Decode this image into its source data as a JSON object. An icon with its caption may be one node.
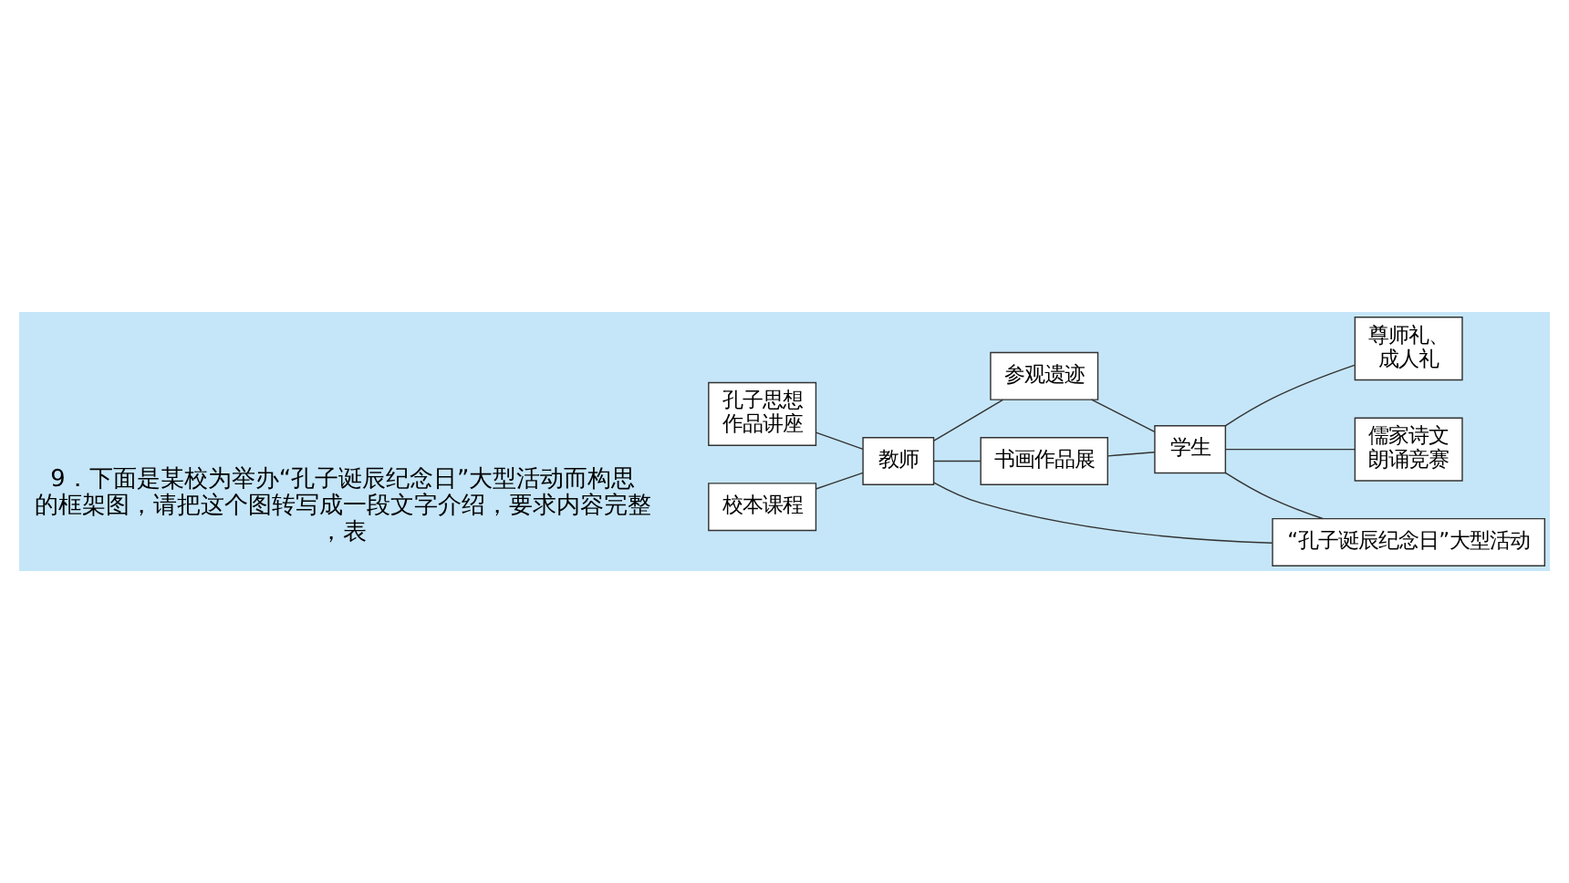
{
  "diagram": {
    "nodes": [
      {
        "text": [
          "校本课程"
        ]
      },
      {
        "text": [
          "孔子思想作品讲座"
        ]
      },
      {
        "text": [
          "教师"
        ]
      },
      {
        "text": [
          "参观遗迹"
        ]
      },
      {
        "text": [
          "书画作品展"
        ]
      },
      {
        "text": [
          "学生"
        ]
      },
      {
        "text": [
          "尊师礼、成人礼"
        ]
      },
      {
        "text": [
          "儒家诗文朗诵竞赛"
        ]
      },
      {
        "text": [
          "“孔子诞辰纪念日”大型活动"
        ]
      }
    ],
    "edges": [
      {
        "from": 0,
        "to": 2,
        "arrow": "none"
      },
      {
        "from": 1,
        "to": 2,
        "arrow": "none"
      },
      {
        "from": 2,
        "to": 3,
        "arrow": "none"
      },
      {
        "from": 2,
        "to": 4,
        "arrow": "none"
      },
      {
        "from": 3,
        "to": 5,
        "arrow": "none"
      },
      {
        "from": 4,
        "to": 5,
        "arrow": "none"
      },
      {
        "from": 5,
        "to": 6,
        "arrow": "none"
      },
      {
        "from": 5,
        "to": 7,
        "arrow": "none"
      },
      {
        "from": 2,
        "to": 8,
        "arrow": "none"
      },
      {
        "from": 5,
        "to": 8,
        "arrow": "none"
      }
    ],
    "labels": [
      "9．下面是某校为举办“孔子诞辰纪念日”大型活动而构思的框架图，请把这个图转写成一段文字介绍，要求内容完整，表"
    ]
  }
}
